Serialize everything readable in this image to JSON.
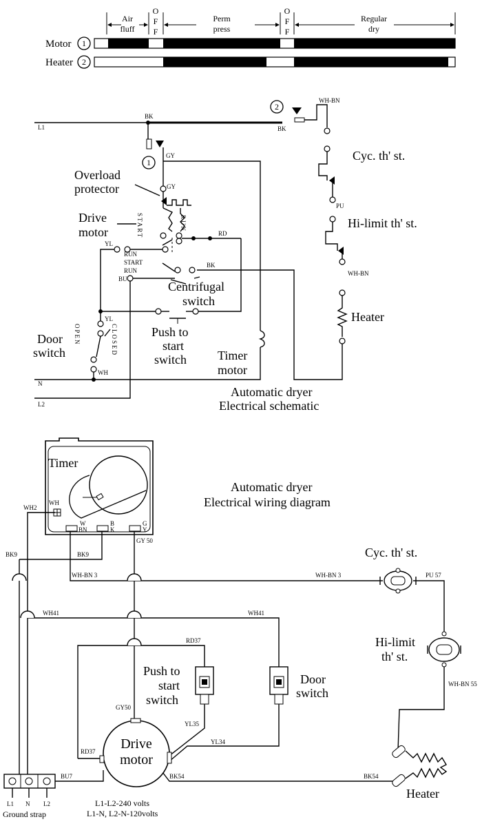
{
  "timing": {
    "phases": {
      "air_fluff": [
        "Air",
        "fluff"
      ],
      "off1": [
        "O",
        "F",
        "F"
      ],
      "perm_press": [
        "Perm",
        "press"
      ],
      "off2": [
        "O",
        "F",
        "F"
      ],
      "regular_dry": [
        "Regular",
        "dry"
      ]
    },
    "rows": {
      "motor": {
        "label": "Motor",
        "number": "1"
      },
      "heater": {
        "label": "Heater",
        "number": "2"
      }
    }
  },
  "schematic": {
    "title": [
      "Automatic dryer",
      "Electrical schematic"
    ],
    "wire_labels": {
      "l1": "L1",
      "n": "N",
      "l2": "L2",
      "bk_top": "BK",
      "bk_right": "BK",
      "wh_bn_top": "WH-BN",
      "gy_1": "GY",
      "gy_2": "GY",
      "rd": "RD",
      "bk_mid": "BK",
      "yl_1": "YL",
      "bu": "BU",
      "yl_2": "YL",
      "wh": "WH",
      "pu": "PU",
      "wh_bn_mid": "WH-BN",
      "run_1": "RUN",
      "start": "START",
      "run_2": "RUN",
      "circle_1": "1",
      "circle_2": "2"
    },
    "vertical_labels": {
      "start": "START",
      "run": "RUN",
      "open": "OPEN",
      "closed": "CLOSED"
    },
    "components": {
      "overload": [
        "Overload",
        "protector"
      ],
      "drive_motor": [
        "Drive",
        "motor"
      ],
      "centrifugal": [
        "Centrifugal",
        "switch"
      ],
      "door": [
        "Door",
        "switch"
      ],
      "push": [
        "Push to",
        "start",
        "switch"
      ],
      "timer_motor": [
        "Timer",
        "motor"
      ],
      "cyc": "Cyc. th' st.",
      "hilimit": "Hi-limit th' st.",
      "heater": "Heater"
    }
  },
  "wiring": {
    "title": [
      "Automatic dryer",
      "Electrical wiring diagram"
    ],
    "timer": {
      "label": "Timer",
      "wh": "WH",
      "t_wbn": [
        "W",
        "BN"
      ],
      "t_bk": [
        "B",
        "K"
      ],
      "t_gy": [
        "G",
        "Y"
      ]
    },
    "wire_labels": {
      "wh2": "WH2",
      "bk9_a": "BK9",
      "bk9_b": "BK9",
      "gy50_top": "GY 50",
      "whbn3_a": "WH-BN 3",
      "whbn3_b": "WH-BN 3",
      "pu57": "PU 57",
      "wh41_a": "WH41",
      "wh41_b": "WH41",
      "rd37_top": "RD37",
      "gy50_mid": "GY50",
      "yl35": "YL35",
      "yl34": "YL34",
      "rd37_left": "RD37",
      "bu7": "BU7",
      "bk54_a": "BK54",
      "bk54_b": "BK54",
      "whbn55": "WH-BN 55"
    },
    "components": {
      "cyc": "Cyc. th' st.",
      "hilimit": [
        "Hi-limit",
        "th' st."
      ],
      "push": [
        "Push to",
        "start",
        "switch"
      ],
      "door": [
        "Door",
        "switch"
      ],
      "drive_motor": [
        "Drive",
        "motor"
      ],
      "heater": "Heater"
    },
    "terminals": {
      "l1": "L1",
      "n": "N",
      "l2": "L2",
      "ground": "Ground strap"
    },
    "notes": [
      "L1-L2-240 volts",
      "L1-N, L2-N-120volts"
    ]
  }
}
